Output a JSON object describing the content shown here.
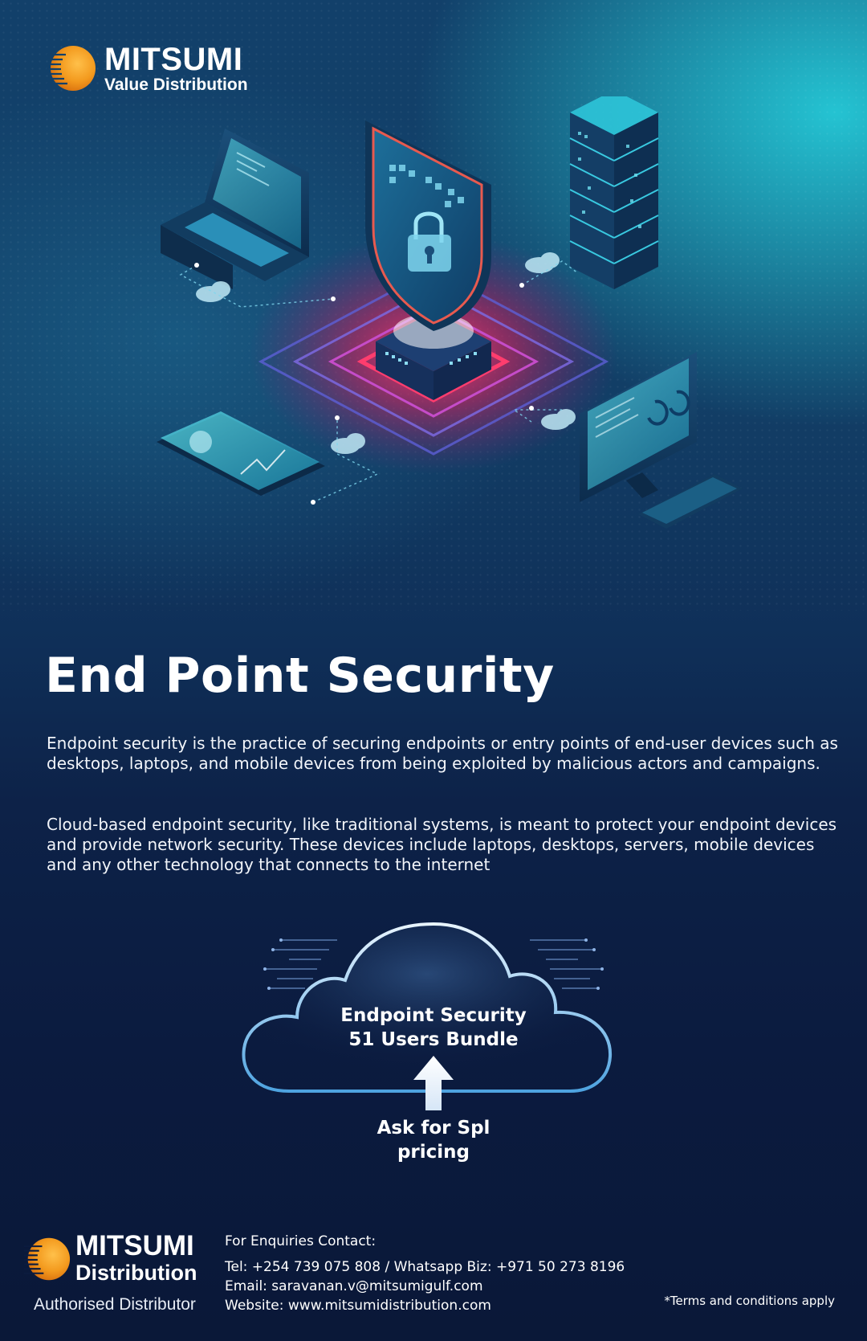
{
  "brand_top": {
    "name": "MITSUMI",
    "tagline": "Value Distribution"
  },
  "headline": "End Point Security",
  "paragraphs": [
    "Endpoint security is the practice of securing endpoints or entry points of end-user devices such as desktops, laptops, and mobile devices from being exploited by malicious actors and campaigns.",
    "Cloud-based endpoint security, like traditional systems, is meant to protect your endpoint devices and provide network security. These devices include laptops, desktops, servers, mobile devices and any other technology that connects to the internet"
  ],
  "bundle": {
    "line1": "Endpoint Security",
    "line2": "51 Users Bundle"
  },
  "cta": {
    "line1": "Ask for Spl",
    "line2": "pricing"
  },
  "footer": {
    "brand_name": "MITSUMI",
    "brand_sub": "Distribution",
    "authorised": "Authorised Distributor",
    "contact_heading": "For Enquiries Contact:",
    "tel": "Tel: +254 739 075 808 / Whatsapp Biz: +971 50 273 8196",
    "email": "Email: saravanan.v@mitsumigulf.com",
    "website": "Website: www.mitsumidistribution.com",
    "terms": "*Terms and conditions apply"
  },
  "icons": {
    "logo": "orange-sphere-logo-icon",
    "shield": "shield-lock-icon",
    "laptop": "laptop-icon",
    "server": "server-rack-icon",
    "tablet": "tablet-icon",
    "monitor": "desktop-monitor-icon",
    "cloud": "cloud-icon",
    "arrow": "up-arrow-icon"
  },
  "colors": {
    "accent_orange": "#f39a1e",
    "accent_cyan": "#2fc6d6",
    "glow_red": "#ff2d55",
    "background_navy": "#0b1b3f"
  }
}
